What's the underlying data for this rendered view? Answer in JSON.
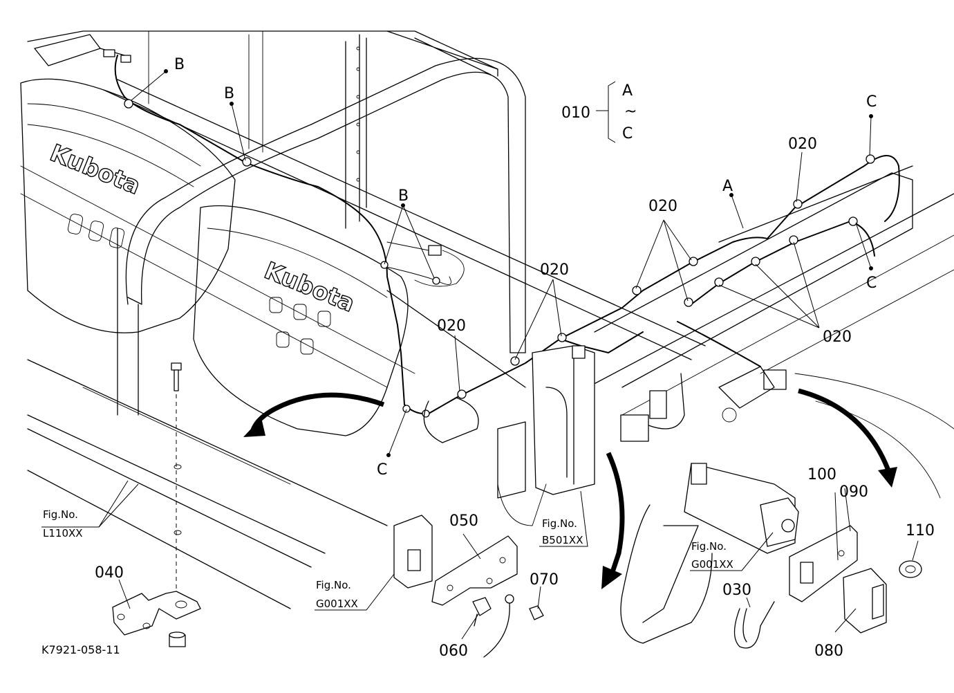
{
  "labels": {
    "main_ref": "010",
    "range_top": "A",
    "range_tilde": "~",
    "range_bottom": "C",
    "part_020": "020",
    "part_030": "030",
    "part_040": "040",
    "part_050": "050",
    "part_060": "060",
    "part_070": "070",
    "part_080": "080",
    "part_090": "090",
    "part_100": "100",
    "part_110": "110",
    "point_a": "A",
    "point_b": "B",
    "point_c": "C"
  },
  "figure_refs": [
    {
      "line1": "Fig.No.",
      "line2": "L110XX"
    },
    {
      "line1": "Fig.No.",
      "line2": "G001XX"
    },
    {
      "line1": "Fig.No.",
      "line2": "B501XX"
    },
    {
      "line1": "Fig.No.",
      "line2": "G001XX"
    }
  ],
  "brand": "Kubota",
  "drawing_id": "K7921-058-11"
}
